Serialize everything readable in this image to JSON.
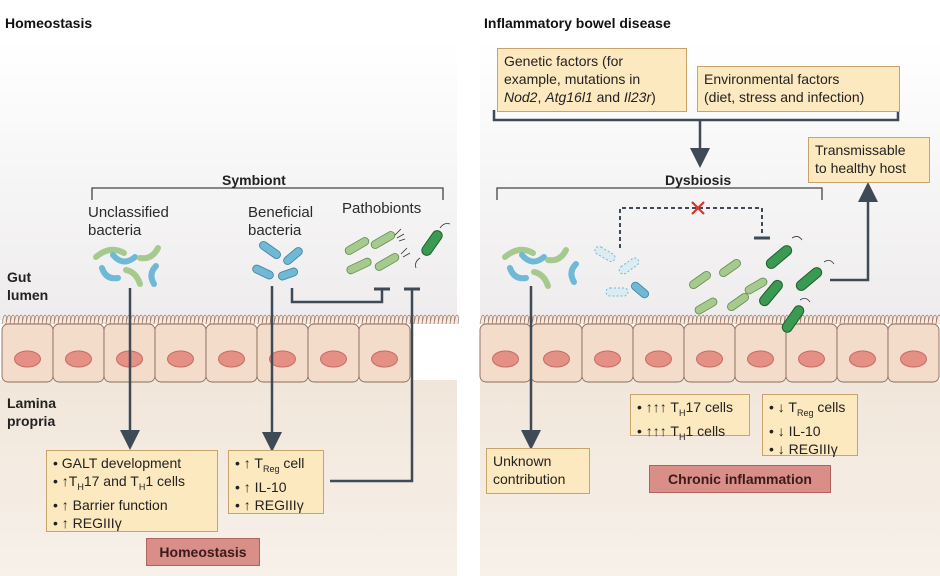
{
  "colors": {
    "lumen_bg": "#f3f1f1",
    "lamina_bg": "#f3ebe1",
    "epithelium": "#f4dccb",
    "nucleus": "#e59084",
    "box_fill": "#fde9bf",
    "box_border": "#c9a46a",
    "red_box": "#d98e88",
    "arrow": "#3e4a55",
    "blue_bacteria": "#6fb8d6",
    "green_bacteria": "#a6ca8e",
    "dark_green_bacteria": "#3a9a52"
  },
  "left": {
    "title": "Homeostasis",
    "group_label": "Symbiont",
    "unclassified": [
      "Unclassified",
      "bacteria"
    ],
    "beneficial": [
      "Beneficial",
      "bacteria"
    ],
    "pathobionts": "Pathobionts",
    "gut": [
      "Gut",
      "lumen"
    ],
    "lamina": [
      "Lamina",
      "propria"
    ],
    "box1": [
      "• GALT development",
      "• ↑T",
      "H",
      "17 and T",
      "H",
      "1 cells",
      "• ↑ Barrier function",
      "• ↑ REGIIIγ"
    ],
    "box2": [
      "• ↑ T",
      "Reg",
      " cell",
      "• ↑ IL-10",
      "• ↑ REGIIIγ"
    ],
    "outcome": "Homeostasis"
  },
  "right": {
    "title": "Inflammatory bowel disease",
    "genetic": [
      "Genetic factors (for",
      "example, mutations in",
      "Nod2",
      ", ",
      "Atg16l1",
      " and ",
      "Il23r",
      ")"
    ],
    "environmental": [
      "Environmental factors",
      "(diet, stress and infection)"
    ],
    "transmissable": [
      "Transmissable",
      "to healthy host"
    ],
    "group_label": "Dysbiosis",
    "unknown": [
      "Unknown",
      "contribution"
    ],
    "th_box": [
      "• ↑↑↑ T",
      "H",
      "17 cells",
      "• ↑↑↑ T",
      "H",
      "1 cells"
    ],
    "treg_box": [
      "• ↓ T",
      "Reg",
      " cells",
      "• ↓ IL-10",
      "• ↓ REGIIIγ"
    ],
    "outcome": "Chronic inflammation"
  }
}
